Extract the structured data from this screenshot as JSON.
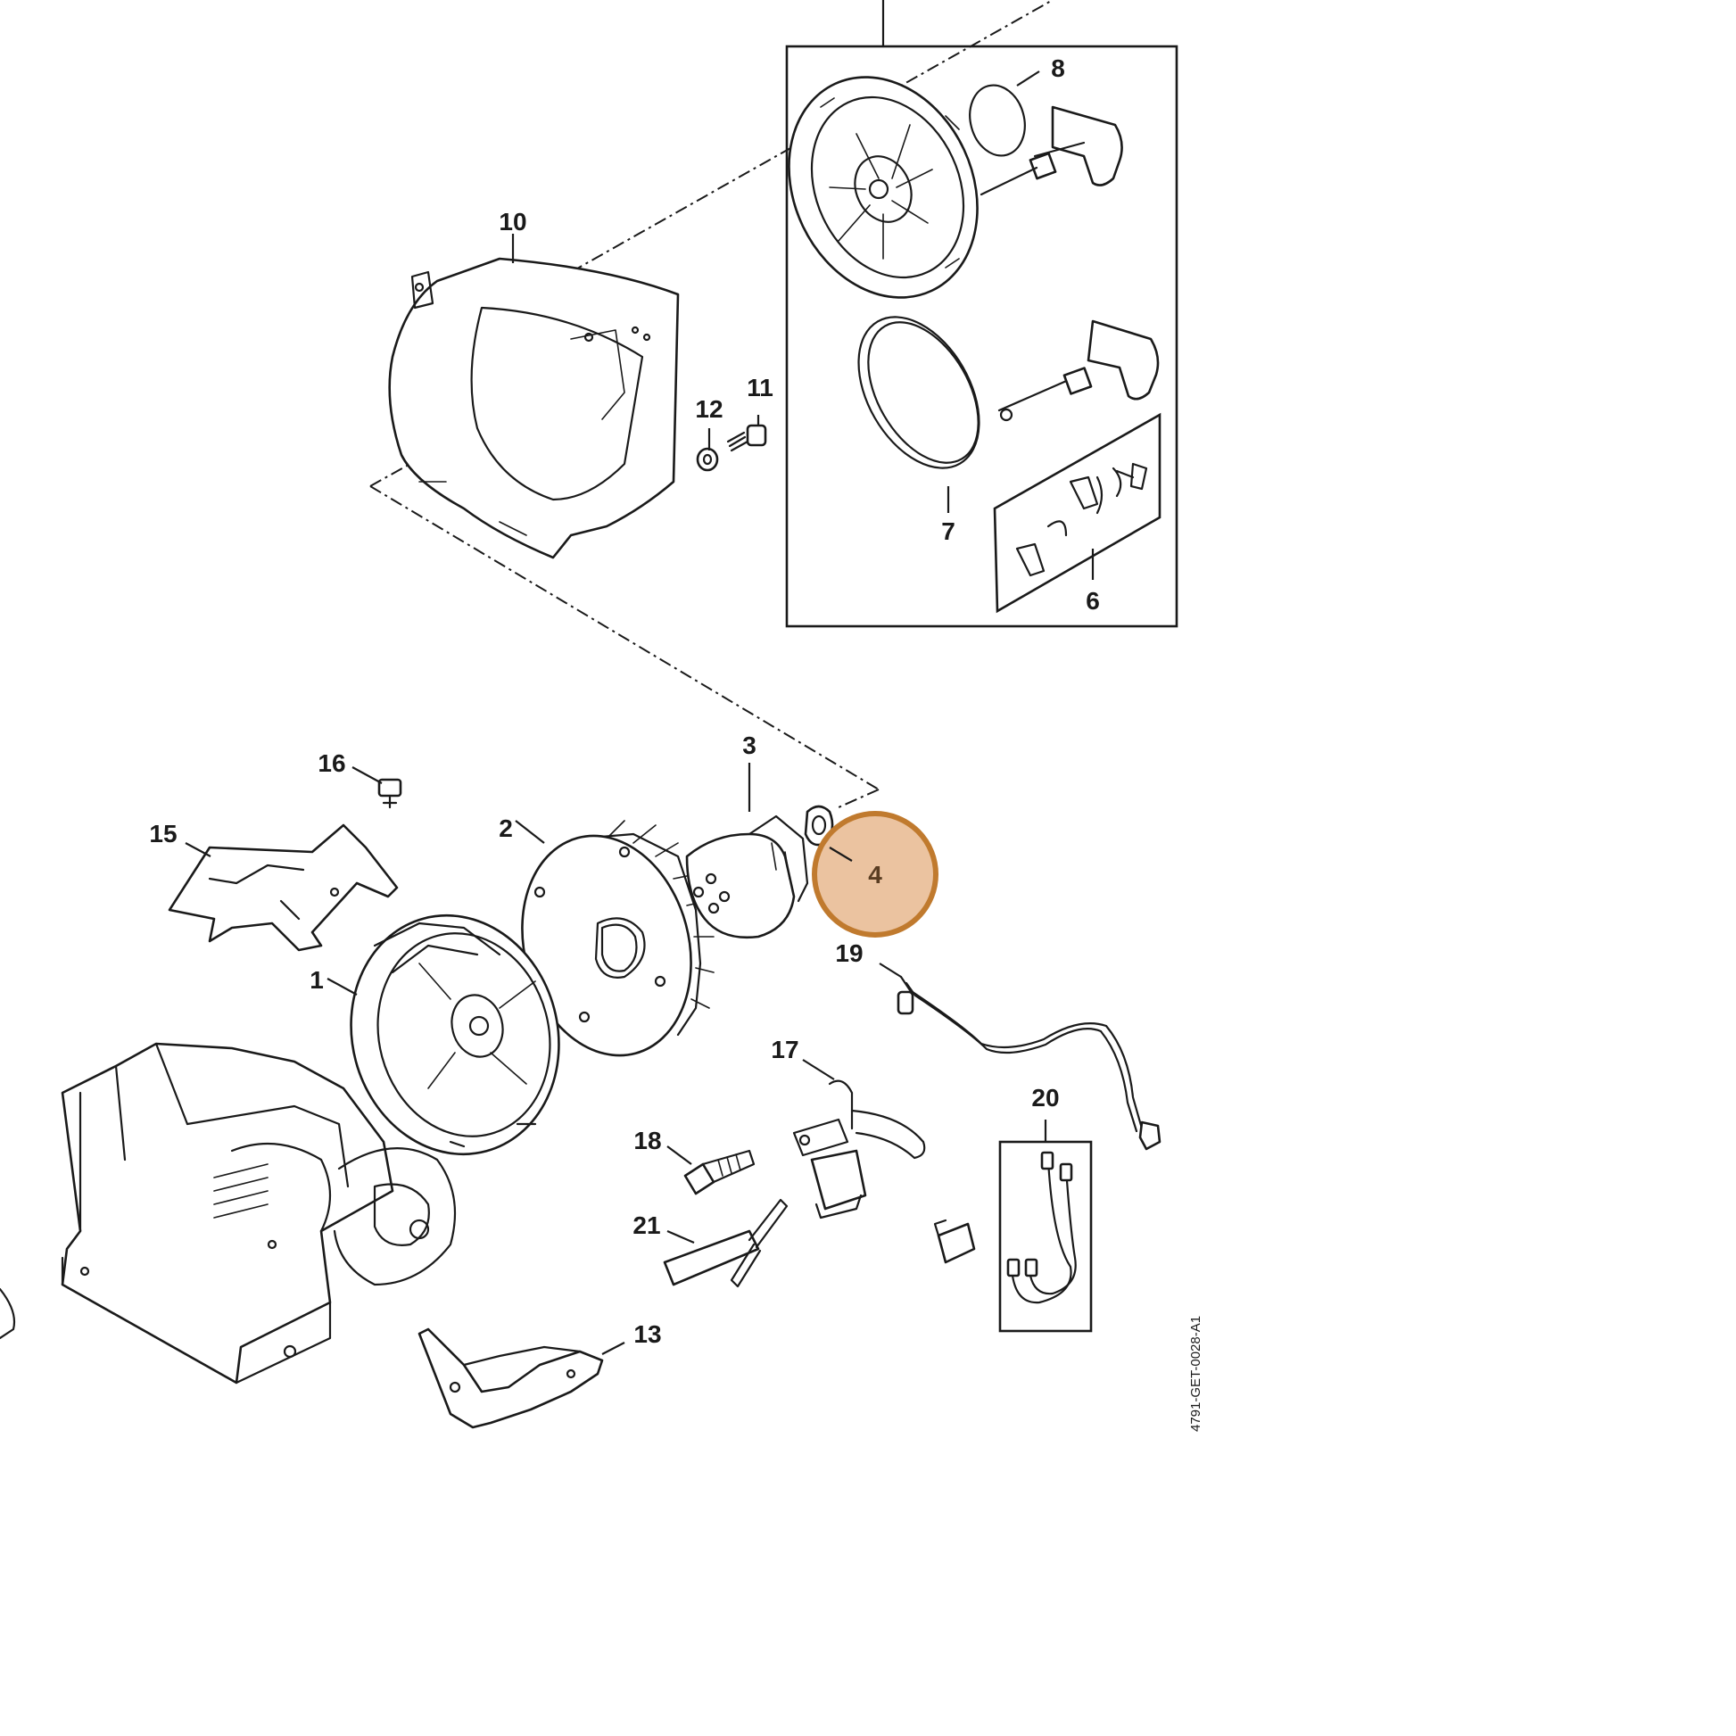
{
  "diagram": {
    "doc_id": "4791-GET-0028-A1",
    "highlight_color": "#e8b98f",
    "highlight_border": "#c07a2e",
    "callouts": {
      "p1": "1",
      "p2": "2",
      "p3": "3",
      "p4": "4",
      "p6": "6",
      "p7": "7",
      "p8": "8",
      "p10": "10",
      "p11": "11",
      "p12": "12",
      "p13": "13",
      "p15": "15",
      "p16": "16",
      "p17": "17",
      "p18": "18",
      "p19": "19",
      "p20": "20",
      "p21": "21"
    },
    "highlighted_callout": "4"
  }
}
